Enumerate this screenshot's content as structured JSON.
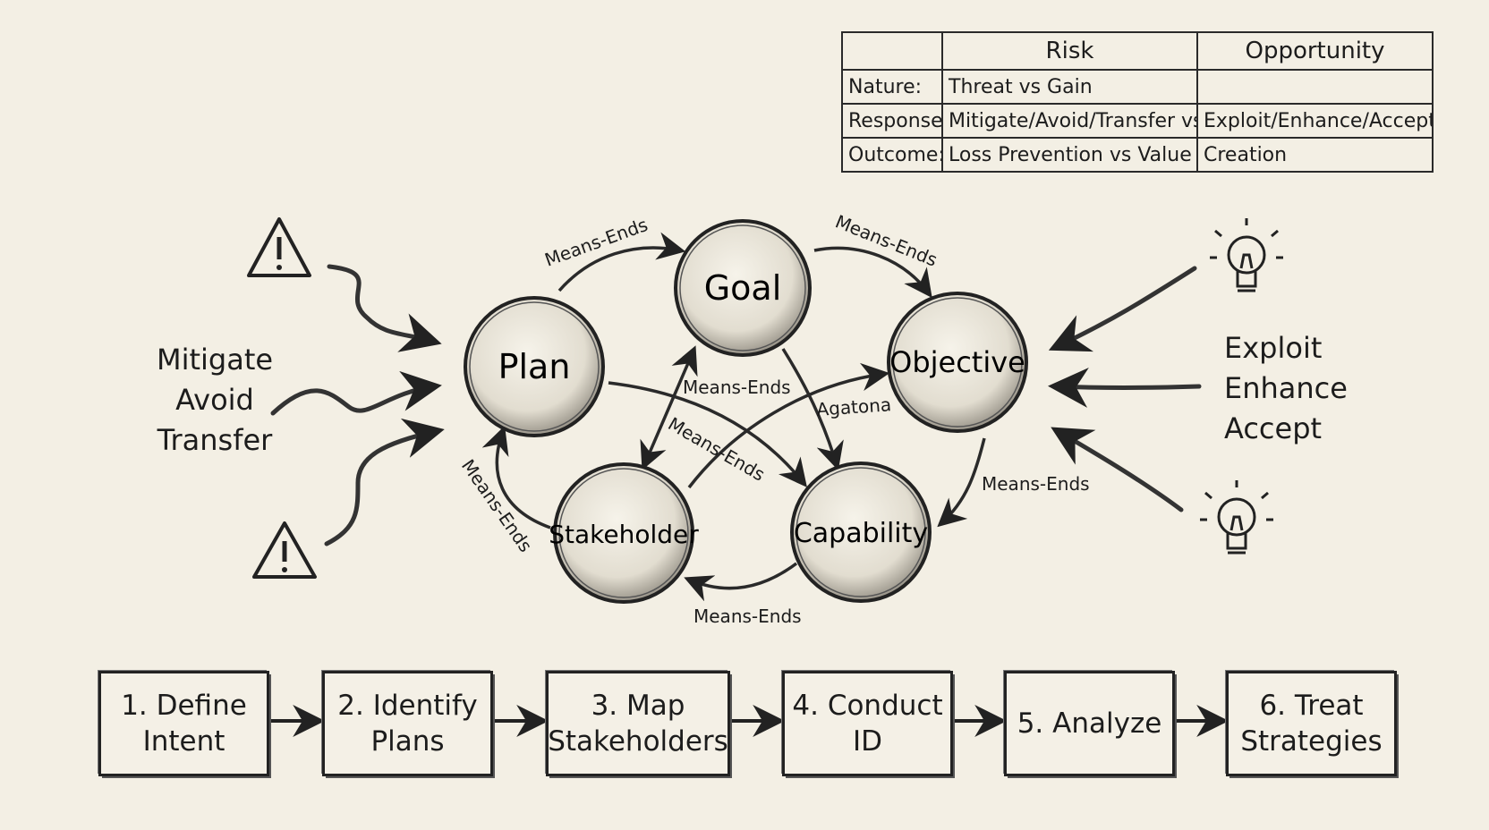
{
  "table": {
    "headers": [
      "",
      "Risk",
      "Opportunity"
    ],
    "rows": [
      {
        "label": "Nature:",
        "risk": "Threat vs Gain",
        "opportunity": ""
      },
      {
        "label": "Response:",
        "risk": "Mitigate/Avoid/Transfer vs",
        "opportunity": "Exploit/Enhance/Accept"
      },
      {
        "label": "Outcome:",
        "risk": "Loss Prevention vs Value",
        "opportunity": "Creation"
      }
    ]
  },
  "left_strategies": [
    "Mitigate",
    "Avoid",
    "Transfer"
  ],
  "right_strategies": [
    "Exploit",
    "Enhance",
    "Accept"
  ],
  "nodes": {
    "goal": "Goal",
    "plan": "Plan",
    "objective": "Objective",
    "stakeholder": "Stakeholder",
    "capability": "Capability"
  },
  "edge_labels": {
    "plan_goal": "Means-Ends",
    "goal_objective": "Means-Ends",
    "goal_center": "Means-Ends",
    "agatona": "Agatona",
    "plan_capability": "Means-Ends",
    "stakeholder_plan": "Means-Ends",
    "objective_capability": "Means-Ends",
    "capability_stakeholder": "Means-Ends"
  },
  "icons": {
    "risk": "warning-triangle-icon",
    "opportunity": "light-bulb-icon"
  },
  "steps": [
    {
      "label": "1. Define\nIntent"
    },
    {
      "label": "2. Identify\nPlans"
    },
    {
      "label": "3. Map\nStakeholders"
    },
    {
      "label": "4. Conduct\nID"
    },
    {
      "label": "5. Analyze"
    },
    {
      "label": "6. Treat\nStrategies"
    }
  ]
}
